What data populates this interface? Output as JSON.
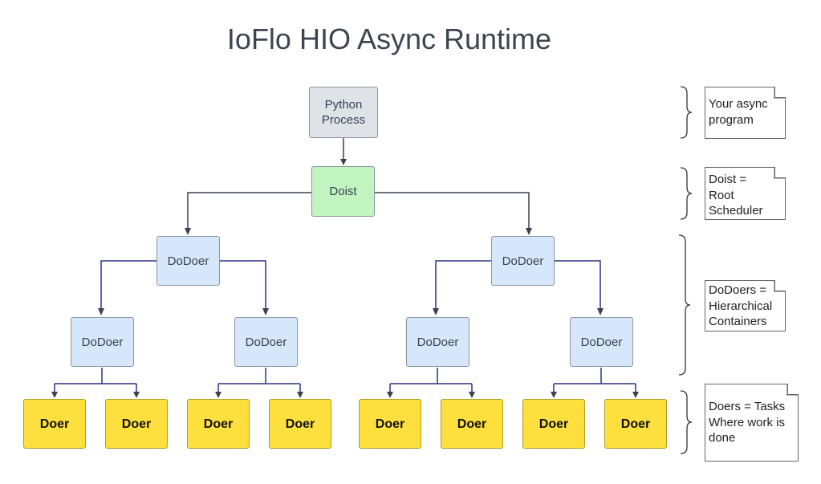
{
  "title": "IoFlo HIO Async Runtime",
  "nodes": {
    "python_process": "Python\nProcess",
    "doist": "Doist",
    "dodoer": "DoDoer",
    "doer": "Doer"
  },
  "notes": [
    "Your async\nprogram",
    "Doist =\nRoot\nScheduler",
    "DoDoers =\nHierarchical\nContainers",
    "Doers = Tasks\nWhere work is\ndone"
  ],
  "colors": {
    "python": "#dfe2e6",
    "doist": "#c2f4c2",
    "dodoer": "#d6e6fb",
    "doer": "#fde03d"
  }
}
